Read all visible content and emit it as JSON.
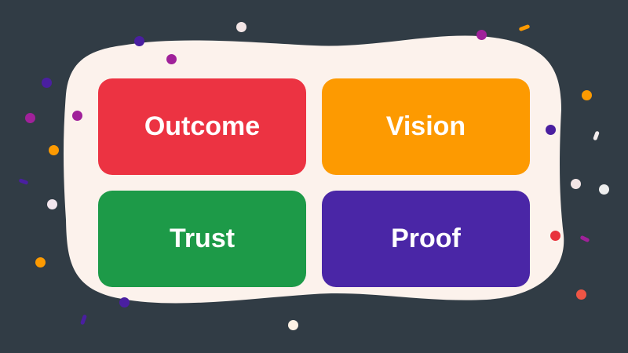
{
  "colors": {
    "background": "#313c45",
    "panel": "#fcf2ec",
    "outcome": "#ec3342",
    "vision": "#fd9a01",
    "trust": "#1d9a48",
    "proof": "#4a26a6"
  },
  "cards": [
    {
      "label": "Outcome"
    },
    {
      "label": "Vision"
    },
    {
      "label": "Trust"
    },
    {
      "label": "Proof"
    }
  ]
}
